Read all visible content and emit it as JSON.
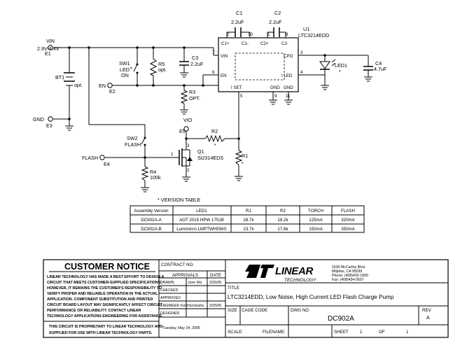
{
  "schematic": {
    "vin_label": "VIN",
    "vin_range": "2.9V-4.4V",
    "e1": "E1",
    "e2": "E2",
    "e3": "E3",
    "e4": "E4",
    "e5": "E5",
    "en_label": "EN",
    "gnd_label": "GND",
    "flash_label": "FLASH",
    "vio_label": "VIO",
    "bt1": "BT1",
    "bt1_value": "opt.",
    "sw1": "SW1",
    "sw1_sub1": "LED",
    "sw1_sub2": "ON",
    "sw2": "SW2",
    "sw2_sub": "FLASH",
    "r5": "R5",
    "r5_value": "opt.",
    "c3": "C3",
    "c3_value": "2.2uF",
    "r3": "R3",
    "r3_value": "OPT.",
    "c1": "C1",
    "c1_value": "2.2uF",
    "c2": "C2",
    "c2_value": "2.2uF",
    "u1": "U1",
    "u1_part": "LTC3214EDD",
    "pin_c1p": "C1+",
    "pin_c1m": "C1-",
    "pin_c2p": "C2+",
    "pin_c2m": "C2-",
    "pin_vin": "VIN",
    "pin_en": "EN",
    "pin_cpo": "CPO",
    "pin_iled": "I LED",
    "pin_iset": "I SET",
    "pin_gnd": "GND",
    "pin_gnd2": "GND",
    "pn_2": "2",
    "pn_1": "1",
    "pn_10": "10",
    "pn_8": "8",
    "pn_7": "7",
    "pn_6": "6",
    "pn_3": "3",
    "pn_4": "4",
    "pn_5": "5",
    "pn_9": "9",
    "pn_11": "11",
    "q_pin1": "1",
    "q_pin2": "2",
    "q_pin3": "3",
    "led1": "LED1",
    "led1_star": "*",
    "c4": "C4",
    "c4_value": "4.7uF",
    "r2": "R2",
    "r2_star": "*",
    "r1": "R1",
    "r1_star": "*",
    "r4": "R4",
    "r4_value": "100k",
    "q1": "Q1",
    "q1_part": "Si2314EDS"
  },
  "version_table": {
    "title": "*  VERSION TABLE",
    "headers": [
      "Assembly Version",
      "LED1",
      "R1",
      "R2",
      "TORCH",
      "FLASH"
    ],
    "rows": [
      [
        "DC902A-A",
        "AOT 2015 HPW 1751B",
        "28.7k",
        "18.2k",
        "125mA",
        "320mA"
      ],
      [
        "DC902A-B",
        "Lumimicro LMPTWH556S",
        "23.7k",
        "17.8k",
        "150mA",
        "350mA"
      ]
    ]
  },
  "notice": {
    "title": "CUSTOMER NOTICE",
    "lines": [
      "LINEAR TECHNOLOGY HAS MADE A BEST EFFORT TO DESIGN A",
      "CIRCUIT THAT MEETS CUSTOMER-SUPPLIED SPECIFICATIONS;",
      "HOWEVER, IT REMAINS THE CUSTOMER'S RESPONSIBILITY TO",
      "VERIFY PROPER AND RELIABLE OPERATION IN THE ACTUAL",
      "APPLICATION.  COMPONENT SUBSTITUTION AND PRINTED",
      "CIRCUIT BOARD LAYOUT MAY SIGNIFICANTLY AFFECT CIRCUIT",
      "PERFORMANCE OR RELIABILITY.  CONTACT LINEAR",
      "TECHNOLOGY APPLICATIONS ENGINEERING FOR ASSISTANCE."
    ],
    "footer1": "THIS CIRCUIT IS PROPRIETARY TO LINEAR TECHNOLOGY AND",
    "footer2": "SUPPLIED FOR USE WITH LINEAR TECHNOLOGY PARTS."
  },
  "title_block": {
    "contract_no": "CONTRACT NO.",
    "approvals": "APPROVALS",
    "date": "DATE",
    "drawn": "DRAWN",
    "drawn_by": "June Wu",
    "drawn_date": "3/25/05",
    "checked": "CHECKED",
    "approved": "APPROVED",
    "engineer": "ENGINEER",
    "engineer_name": "KeithSzolusha",
    "engineer_date": "3/25/05",
    "designer": "DESIGNER",
    "print_date": "Tuesday, May 24, 2005",
    "company_name": "LINEAR",
    "company_sub": "TECHNOLOGY",
    "addr1": "1630 McCarthy Blvd.",
    "addr2": "Milpitas, CA 95035",
    "addr3": "Phone: (408)432-1900",
    "addr4": "Fax: (408)434-0507",
    "title_label": "TITLE",
    "title": "LTC3214EDD, Low Noise, High Current LED Flash Charge Pump",
    "size_label": "SIZE",
    "cage_label": "CAGE CODE",
    "dwg_label": "DWG NO",
    "dwg_no": "DC902A",
    "rev_label": "REV",
    "rev": "A",
    "scale_label": "SCALE:",
    "filename_label": "FILENAME:",
    "sheet_label": "SHEET",
    "sheet_no": "1",
    "of_label": "OF",
    "sheet_total": "1"
  }
}
